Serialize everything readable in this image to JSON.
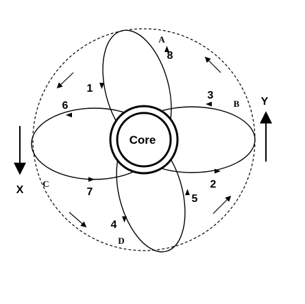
{
  "diagram": {
    "core_label": "Core",
    "axis_labels": {
      "x": "X",
      "y": "Y"
    },
    "loop_letters": {
      "a": "A",
      "b": "B",
      "c": "C",
      "d": "D"
    },
    "path_numbers": {
      "n1": "1",
      "n2": "2",
      "n3": "3",
      "n4": "4",
      "n5": "5",
      "n6": "6",
      "n7": "7",
      "n8": "8"
    }
  }
}
